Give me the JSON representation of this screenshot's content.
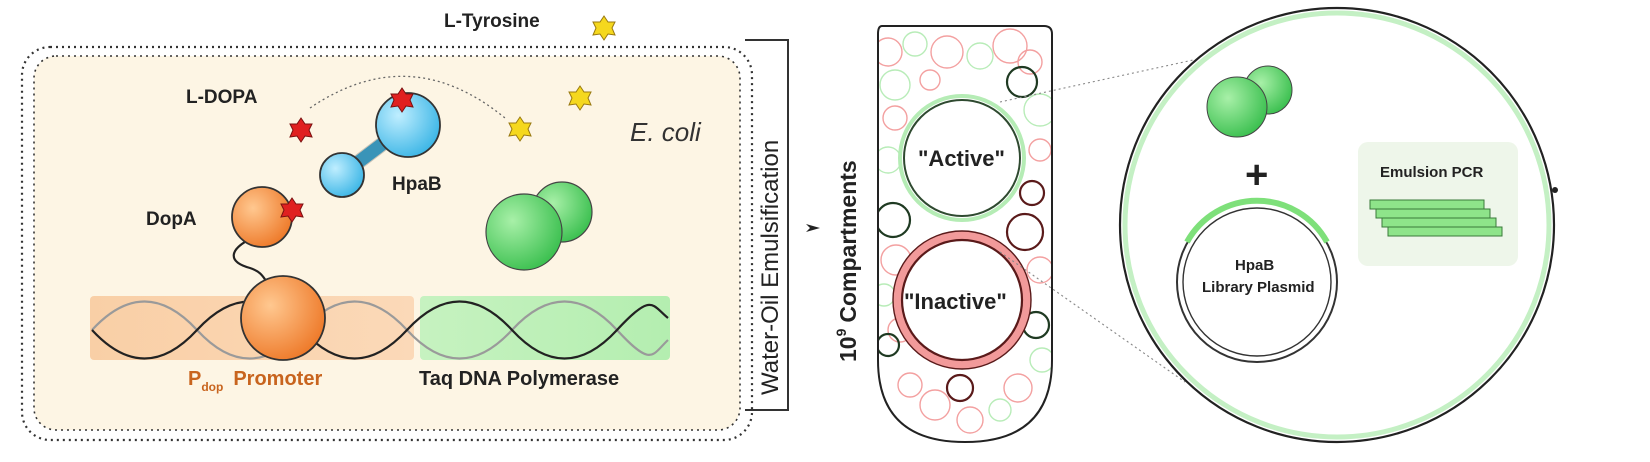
{
  "labels": {
    "l_tyrosine": "L-Tyrosine",
    "l_dopa": "L-DOPA",
    "hpab": "HpaB",
    "dopa": "DopA",
    "e_coli": "E. coli",
    "promoter_p": "P",
    "promoter_sub": "dop",
    "promoter_word": "Promoter",
    "taq": "Taq DNA Polymerase",
    "emulsification": "Water-Oil Emulsification",
    "compartments_base": "10",
    "compartments_exp": "9",
    "compartments_word": "Compartments",
    "active": "\"Active\"",
    "inactive": "\"Inactive\"",
    "plus": "+",
    "plasmid_line1": "HpaB",
    "plasmid_line2": "Library Plasmid",
    "emulsion_pcr": "Emulsion PCR"
  },
  "colors": {
    "cell_fill": "#fdf5e4",
    "orange": "#f08a3c",
    "orange_text": "#c8641e",
    "blue": "#5ac3ec",
    "green": "#50d060",
    "red_star": "#e02020",
    "yellow_star": "#f5d81e",
    "inactive_ring": "#e06060",
    "dark_red": "#5a1a1a",
    "dark_green": "#1f3a22"
  },
  "icons": [
    "star-icon",
    "polymerase-icon",
    "plasmid-icon",
    "pcr-product-icon"
  ]
}
